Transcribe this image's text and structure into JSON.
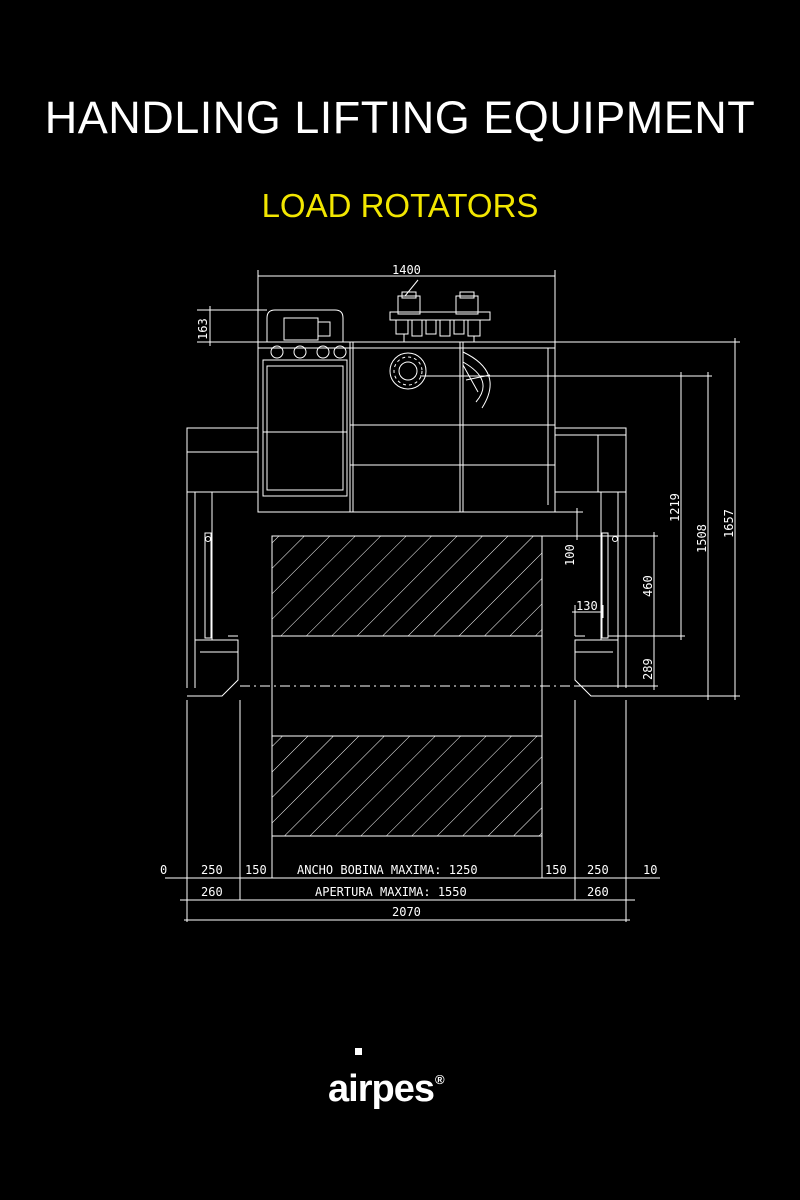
{
  "header": {
    "title": "HANDLING LIFTING EQUIPMENT",
    "subtitle": "LOAD ROTATORS"
  },
  "colors": {
    "background": "#000000",
    "title": "#ffffff",
    "subtitle": "#f2e600",
    "lines": "#ffffff"
  },
  "drawing": {
    "dims": {
      "top_width": "1400",
      "top_height": "163",
      "gap": "100",
      "h460": "460",
      "h289": "289",
      "w130": "130",
      "h1219": "1219",
      "h1508": "1508",
      "h1657": "1657",
      "left_10": "0",
      "left_250": "250",
      "left_150": "150",
      "coil_width": "ANCHO BOBINA MAXIMA: 1250",
      "right_150": "150",
      "right_250": "250",
      "right_10": "10",
      "left_260": "260",
      "opening": "APERTURA MAXIMA: 1550",
      "right_260": "260",
      "total_width": "2070"
    }
  },
  "brand": {
    "name": "airpes",
    "mark": "®"
  }
}
